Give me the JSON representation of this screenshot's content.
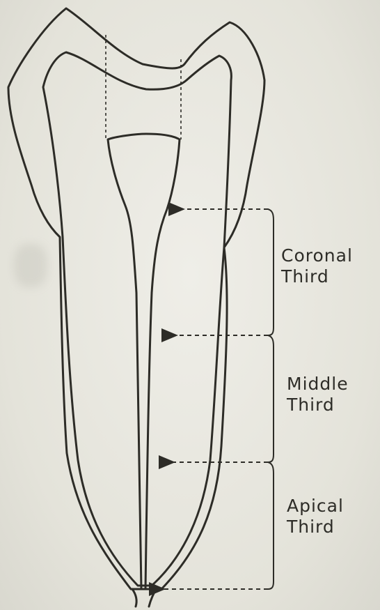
{
  "labels": {
    "coronal_line1": "Coronal",
    "coronal_line2": "Third",
    "middle_line1": "Middle",
    "middle_line2": "Third",
    "apical_line1": "Apical",
    "apical_line2": "Third"
  },
  "colors": {
    "ink": "#2d2c27",
    "paper": "#e7e6de"
  }
}
